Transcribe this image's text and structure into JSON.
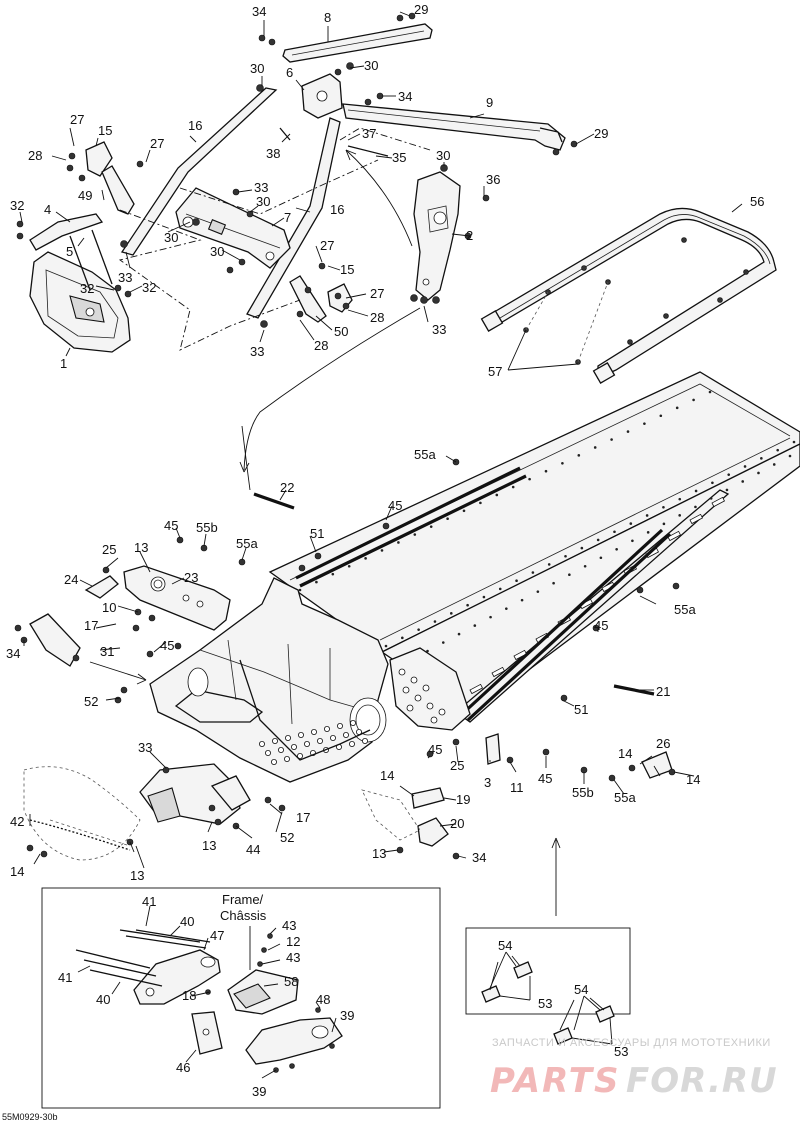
{
  "callouts": [
    {
      "id": "c1",
      "text": "34"
    },
    {
      "id": "c2",
      "text": "8"
    },
    {
      "id": "c3",
      "text": "29"
    },
    {
      "id": "c4",
      "text": "30"
    },
    {
      "id": "c5",
      "text": "6"
    },
    {
      "id": "c6",
      "text": "30"
    },
    {
      "id": "c7",
      "text": "34"
    },
    {
      "id": "c8",
      "text": "9"
    },
    {
      "id": "c9",
      "text": "16"
    },
    {
      "id": "c10",
      "text": "37"
    },
    {
      "id": "c11",
      "text": "29"
    },
    {
      "id": "c12",
      "text": "27"
    },
    {
      "id": "c13",
      "text": "15"
    },
    {
      "id": "c14",
      "text": "27"
    },
    {
      "id": "c15",
      "text": "38"
    },
    {
      "id": "c16",
      "text": "35"
    },
    {
      "id": "c17",
      "text": "28"
    },
    {
      "id": "c18",
      "text": "30"
    },
    {
      "id": "c19",
      "text": "36"
    },
    {
      "id": "c20",
      "text": "33"
    },
    {
      "id": "c21",
      "text": "49"
    },
    {
      "id": "c22",
      "text": "30"
    },
    {
      "id": "c23",
      "text": "16"
    },
    {
      "id": "c24",
      "text": "32"
    },
    {
      "id": "c25",
      "text": "4"
    },
    {
      "id": "c26",
      "text": "7"
    },
    {
      "id": "c27",
      "text": "2"
    },
    {
      "id": "c28",
      "text": "5"
    },
    {
      "id": "c29",
      "text": "30"
    },
    {
      "id": "c30",
      "text": "27"
    },
    {
      "id": "c31",
      "text": "56"
    },
    {
      "id": "c32",
      "text": "33"
    },
    {
      "id": "c33",
      "text": "30"
    },
    {
      "id": "c34",
      "text": "15"
    },
    {
      "id": "c35",
      "text": "32"
    },
    {
      "id": "c36",
      "text": "32"
    },
    {
      "id": "c37",
      "text": "27"
    },
    {
      "id": "c38",
      "text": "28"
    },
    {
      "id": "c39",
      "text": "50"
    },
    {
      "id": "c40",
      "text": "33"
    },
    {
      "id": "c41",
      "text": "28"
    },
    {
      "id": "c42",
      "text": "33"
    },
    {
      "id": "c43",
      "text": "1"
    },
    {
      "id": "c44",
      "text": "57"
    },
    {
      "id": "c45",
      "text": "55a"
    },
    {
      "id": "c46",
      "text": "22"
    },
    {
      "id": "c47",
      "text": "45"
    },
    {
      "id": "c48",
      "text": "45"
    },
    {
      "id": "c49",
      "text": "55b"
    },
    {
      "id": "c50",
      "text": "51"
    },
    {
      "id": "c51",
      "text": "55a"
    },
    {
      "id": "c52",
      "text": "25"
    },
    {
      "id": "c53",
      "text": "13"
    },
    {
      "id": "c54",
      "text": "24"
    },
    {
      "id": "c55",
      "text": "23"
    },
    {
      "id": "c56",
      "text": "10"
    },
    {
      "id": "c57",
      "text": "55a"
    },
    {
      "id": "c58",
      "text": "17"
    },
    {
      "id": "c59",
      "text": "45"
    },
    {
      "id": "c60",
      "text": "31"
    },
    {
      "id": "c61",
      "text": "34"
    },
    {
      "id": "c62",
      "text": "45"
    },
    {
      "id": "c63",
      "text": "52"
    },
    {
      "id": "c64",
      "text": "21"
    },
    {
      "id": "c65",
      "text": "51"
    },
    {
      "id": "c66",
      "text": "33"
    },
    {
      "id": "c67",
      "text": "45"
    },
    {
      "id": "c68",
      "text": "25"
    },
    {
      "id": "c69",
      "text": "3"
    },
    {
      "id": "c70",
      "text": "11"
    },
    {
      "id": "c71",
      "text": "45"
    },
    {
      "id": "c72",
      "text": "55b"
    },
    {
      "id": "c73",
      "text": "55a"
    },
    {
      "id": "c74",
      "text": "14"
    },
    {
      "id": "c75",
      "text": "26"
    },
    {
      "id": "c76",
      "text": "14"
    },
    {
      "id": "c77",
      "text": "14"
    },
    {
      "id": "c78",
      "text": "19"
    },
    {
      "id": "c79",
      "text": "17"
    },
    {
      "id": "c80",
      "text": "42"
    },
    {
      "id": "c81",
      "text": "13"
    },
    {
      "id": "c82",
      "text": "52"
    },
    {
      "id": "c83",
      "text": "20"
    },
    {
      "id": "c84",
      "text": "14"
    },
    {
      "id": "c85",
      "text": "44"
    },
    {
      "id": "c86",
      "text": "13"
    },
    {
      "id": "c87",
      "text": "34"
    },
    {
      "id": "c88",
      "text": "13"
    },
    {
      "id": "c89",
      "text": "41"
    },
    {
      "id": "c90",
      "text": "40"
    },
    {
      "id": "c91",
      "text": "43"
    },
    {
      "id": "c92",
      "text": "12"
    },
    {
      "id": "c93",
      "text": "47"
    },
    {
      "id": "c94",
      "text": "43"
    },
    {
      "id": "c95",
      "text": "41"
    },
    {
      "id": "c96",
      "text": "40"
    },
    {
      "id": "c97",
      "text": "58"
    },
    {
      "id": "c98",
      "text": "18"
    },
    {
      "id": "c99",
      "text": "48"
    },
    {
      "id": "c100",
      "text": "39"
    },
    {
      "id": "c101",
      "text": "46"
    },
    {
      "id": "c102",
      "text": "39"
    },
    {
      "id": "c103",
      "text": "54"
    },
    {
      "id": "c104",
      "text": "53"
    },
    {
      "id": "c105",
      "text": "54"
    },
    {
      "id": "c106",
      "text": "53"
    }
  ],
  "frame_label": {
    "line1": "Frame/",
    "line2": "Châssis"
  },
  "reference": "55M0929-30b",
  "watermark": {
    "tagline": "ЗАПЧАСТИ И АКСЕССУАРЫ ДЛЯ МОТОТЕХНИКИ",
    "brand_a": "PARTS",
    "brand_b": "FOR.RU"
  }
}
